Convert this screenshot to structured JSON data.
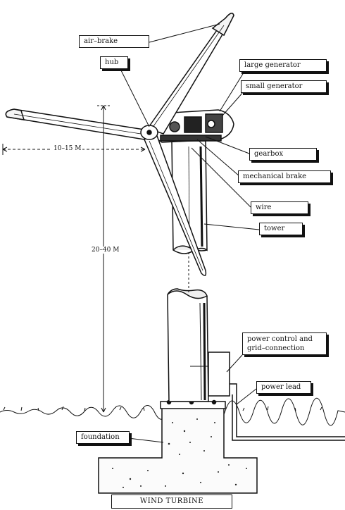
{
  "title": "WIND TURBINE",
  "labels": {
    "air_brake": "air–brake",
    "hub": "hub",
    "large_generator": "large generator",
    "small_generator": "small generator",
    "gearbox": "gearbox",
    "mechanical_brake": "mechanical brake",
    "wire": "wire",
    "tower": "tower",
    "power_control_line1": "power control and",
    "power_control_line2": "grid–connection",
    "power_lead": "power lead",
    "foundation": "foundation"
  },
  "dimensions": {
    "rotor_radius": "10–15 M",
    "hub_height": "20–40 M"
  }
}
